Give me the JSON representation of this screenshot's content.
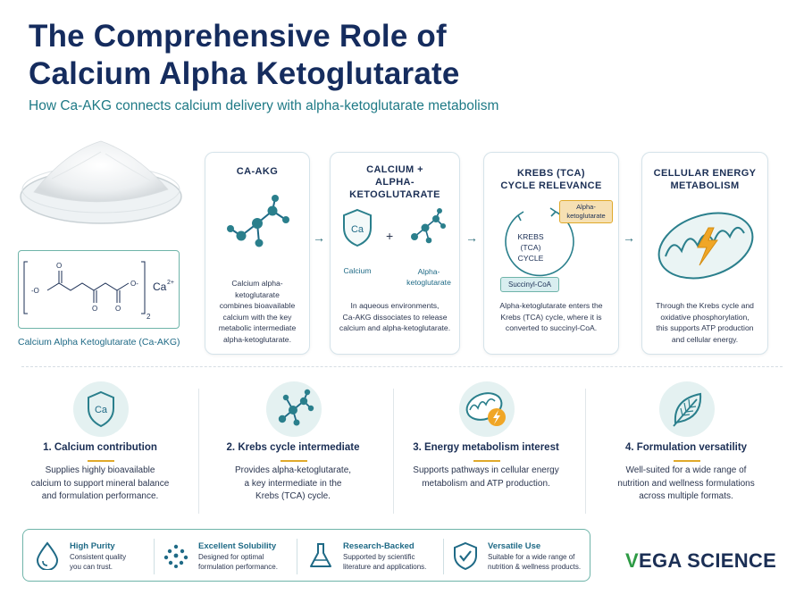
{
  "title_line1": "The Comprehensive Role of",
  "title_line2": "Calcium Alpha Ketoglutarate",
  "subtitle": "How Ca-AKG connects calcium delivery with alpha-ketoglutarate metabolism",
  "formula": {
    "caption": "Calcium Alpha Ketoglutarate (Ca-AKG)",
    "ion": "Ca",
    "ion_charge": "2+",
    "subscript": "2",
    "o_left": "-O",
    "o_right": "O-",
    "o_label": "O"
  },
  "cards": [
    {
      "title": "CA-AKG",
      "text": [
        "Calcium alpha-ketoglutarate",
        "combines bioavailable",
        "calcium with the key",
        "metabolic intermediate",
        "alpha-ketoglutarate."
      ]
    },
    {
      "title_line1": "CALCIUM  +",
      "title_line2": "ALPHA-KETOGLUTARATE",
      "plus": "+",
      "ca_symbol": "Ca",
      "label_left": "Calcium",
      "label_right_1": "Alpha-",
      "label_right_2": "ketoglutarate",
      "text": [
        "In aqueous environments,",
        "Ca-AKG dissociates to release",
        "calcium and alpha-ketoglutarate."
      ]
    },
    {
      "title_line1": "KREBS (TCA)",
      "title_line2": "CYCLE RELEVANCE",
      "cycle_1": "KREBS",
      "cycle_2": "(TCA)",
      "cycle_3": "CYCLE",
      "tag_top_1": "Alpha-",
      "tag_top_2": "ketoglutarate",
      "tag_bottom": "Succinyl-CoA",
      "text": [
        "Alpha-ketoglutarate enters the",
        "Krebs (TCA) cycle, where it is",
        "converted to succinyl-CoA."
      ]
    },
    {
      "title_line1": "CELLULAR ENERGY",
      "title_line2": "METABOLISM",
      "text": [
        "Through the Krebs cycle and",
        "oxidative phosphorylation,",
        "this supports ATP production",
        "and cellular energy."
      ]
    }
  ],
  "arrow": "→",
  "features": [
    {
      "icon": "shield-ca-icon",
      "icon_text": "Ca",
      "title": "1. Calcium contribution",
      "text": [
        "Supplies highly bioavailable",
        "calcium to support mineral balance",
        "and formulation performance."
      ]
    },
    {
      "icon": "molecule-icon",
      "title": "2. Krebs cycle intermediate",
      "text": [
        "Provides alpha-ketoglutarate,",
        "a key intermediate in the",
        "Krebs (TCA) cycle."
      ]
    },
    {
      "icon": "mitochondria-icon",
      "title": "3. Energy metabolism interest",
      "text": [
        "Supports pathways in cellular energy",
        "metabolism and ATP production."
      ]
    },
    {
      "icon": "leaf-icon",
      "title": "4. Formulation versatility",
      "text": [
        "Well-suited for a wide range of",
        "nutrition and wellness formulations",
        "across multiple formats."
      ]
    }
  ],
  "badges": [
    {
      "icon": "droplet-icon",
      "title": "High Purity",
      "text": [
        "Consistent quality",
        "you can trust."
      ]
    },
    {
      "icon": "particles-icon",
      "title": "Excellent Solubility",
      "text": [
        "Designed for optimal",
        "formulation performance."
      ]
    },
    {
      "icon": "flask-icon",
      "title": "Research-Backed",
      "text": [
        "Supported by scientific",
        "literature and applications."
      ]
    },
    {
      "icon": "shield-check-icon",
      "title": "Versatile Use",
      "text": [
        "Suitable for a wide range of",
        "nutrition & wellness products."
      ]
    }
  ],
  "logo_first": "V",
  "logo_rest": "EGA SCIENCE",
  "colors": {
    "navy": "#152c5e",
    "teal": "#1f7a86",
    "accent": "#e0a92a",
    "green": "#2e9b45"
  }
}
